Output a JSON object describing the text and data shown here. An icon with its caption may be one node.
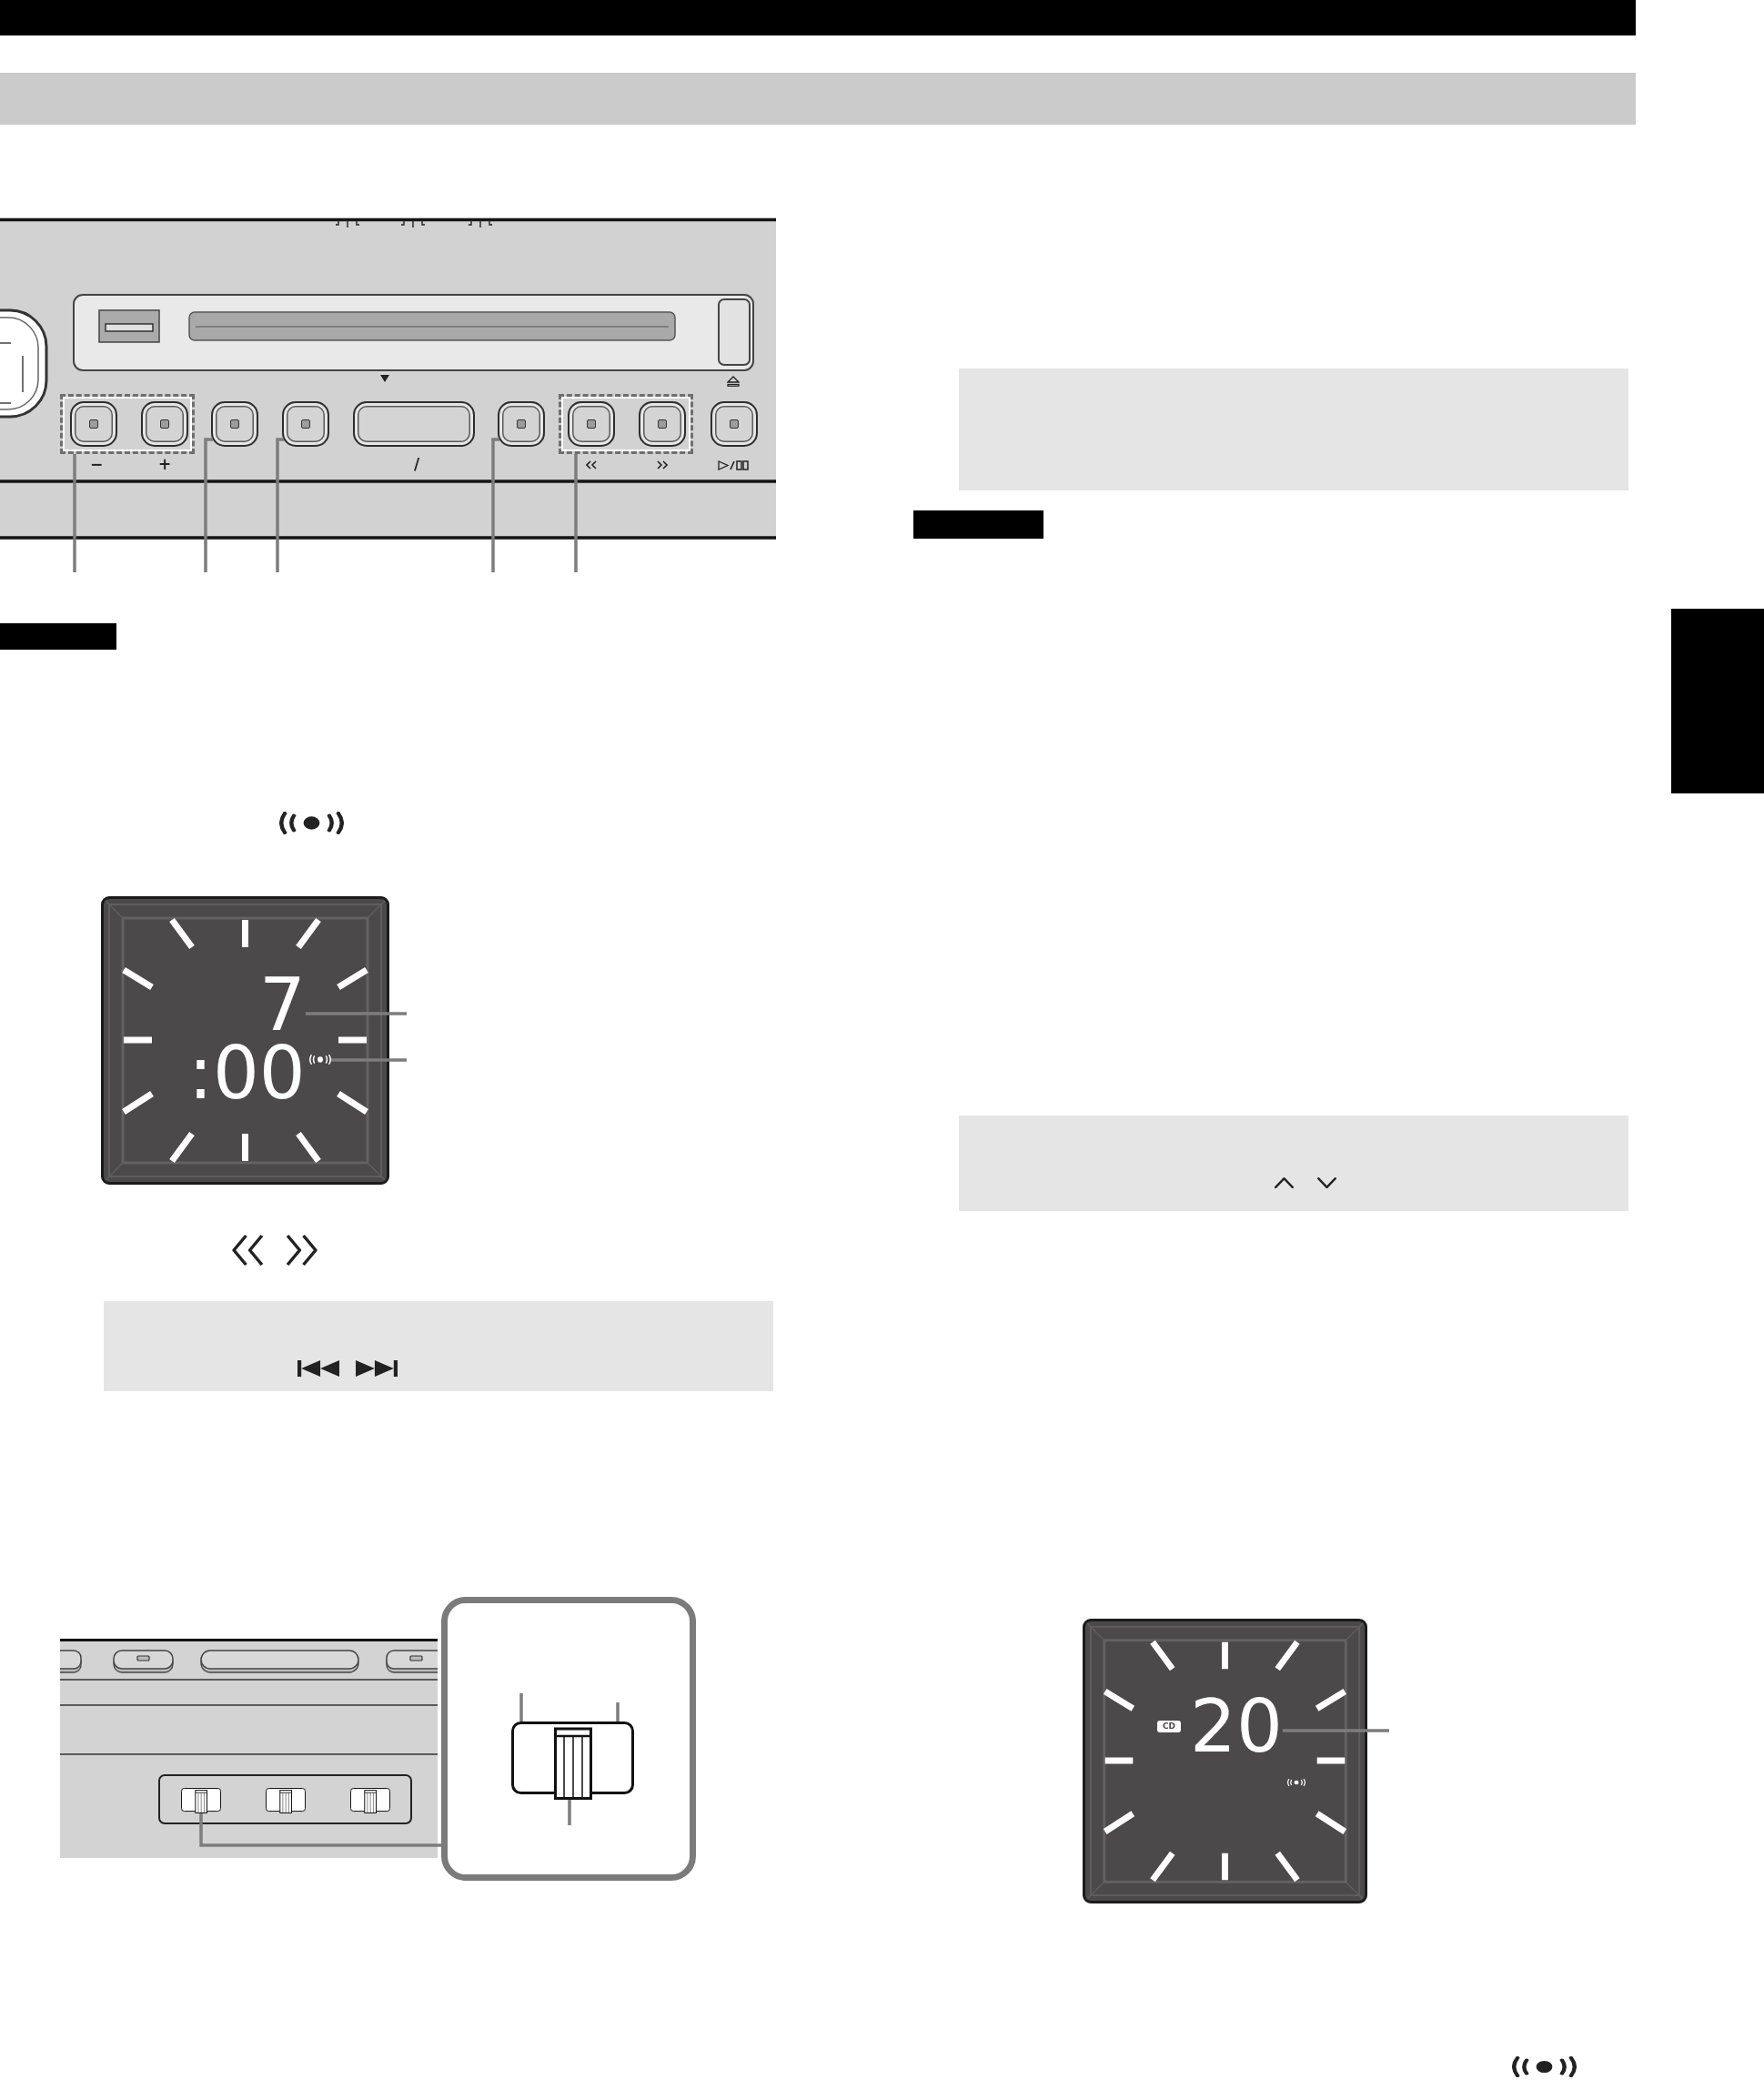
{
  "diagram": {
    "nodes": [
      {
        "text": [],
        "shape": "bar"
      },
      {
        "text": [],
        "shape": "bar"
      },
      {
        "text": [],
        "shape": "box"
      },
      {
        "text": [],
        "shape": "box",
        "beside": [
          "−"
        ],
        "in": 2
      },
      {
        "text": [],
        "shape": "box",
        "beside": [
          "+"
        ],
        "in": 2
      },
      {
        "text": [],
        "shape": "box"
      },
      {
        "text": [],
        "shape": "box"
      },
      {
        "text": [],
        "shape": "box",
        "beside": [
          "/"
        ]
      },
      {
        "text": [],
        "shape": "box"
      },
      {
        "text": [],
        "shape": "box"
      },
      {
        "text": [],
        "shape": "box",
        "in": 9
      },
      {
        "text": [],
        "shape": "box",
        "in": 9
      },
      {
        "text": [],
        "shape": "box"
      },
      {
        "text": [],
        "shape": "bar"
      },
      {
        "text": [
          ":00"
        ]
      },
      {
        "text": [
          "7"
        ],
        "in": 14
      },
      {
        "text": [],
        "shape": "circle",
        "in": 14
      },
      {
        "text": [],
        "shape": "box"
      },
      {
        "text": [],
        "shape": "box"
      },
      {
        "text": [],
        "shape": "box"
      },
      {
        "text": [],
        "shape": "box"
      },
      {
        "text": [],
        "shape": "box"
      },
      {
        "text": [],
        "shape": "box",
        "in": 21
      },
      {
        "text": [],
        "shape": "box"
      },
      {
        "text": [],
        "shape": "bar"
      },
      {
        "text": [],
        "shape": "bar"
      },
      {
        "text": [],
        "shape": "box"
      },
      {
        "text": [],
        "shape": "box"
      },
      {
        "text": [
          "CD"
        ],
        "in": 27
      },
      {
        "text": [
          "20"
        ],
        "in": 27
      }
    ],
    "edges": [
      {
        "from": null,
        "to": 2,
        "arrow": "none"
      },
      {
        "from": null,
        "to": 5,
        "arrow": "none"
      },
      {
        "from": null,
        "to": 6,
        "arrow": "none"
      },
      {
        "from": null,
        "to": 8,
        "arrow": "none"
      },
      {
        "from": null,
        "to": 9,
        "arrow": "none"
      },
      {
        "from": null,
        "to": 15,
        "arrow": "none"
      },
      {
        "from": null,
        "to": 16,
        "arrow": "none"
      },
      {
        "from": 18,
        "to": 21,
        "arrow": "none"
      },
      {
        "from": null,
        "to": 22,
        "arrow": "none"
      },
      {
        "from": null,
        "to": 22,
        "arrow": "none"
      },
      {
        "from": null,
        "to": 22,
        "arrow": "none"
      },
      {
        "from": null,
        "to": 29,
        "arrow": "none"
      }
    ]
  }
}
